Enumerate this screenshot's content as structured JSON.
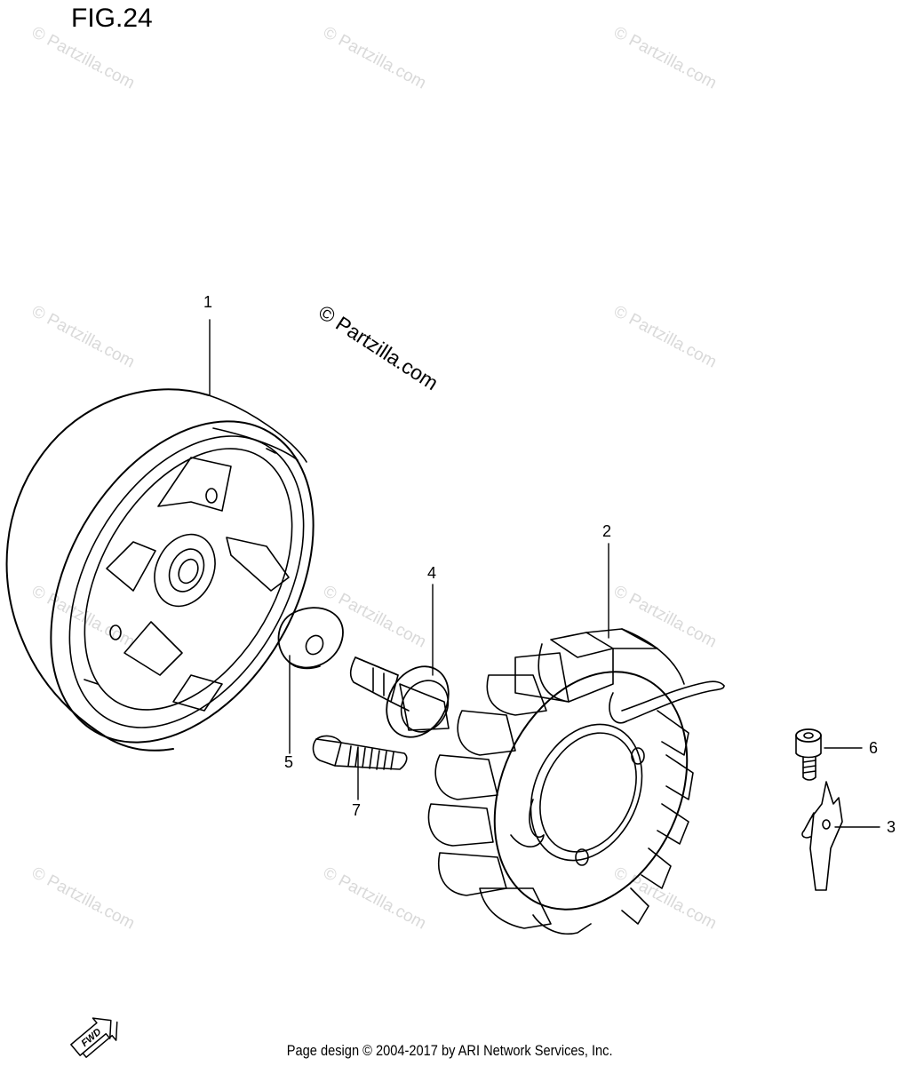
{
  "figure": {
    "title": "FIG.24"
  },
  "watermark": {
    "main": "© Partzilla.com",
    "tile": "© Partzilla.com"
  },
  "callouts": {
    "c1": "1",
    "c2": "2",
    "c3": "3",
    "c4": "4",
    "c5": "5",
    "c6": "6",
    "c7": "7"
  },
  "fwd_label": "FWD",
  "footer": {
    "text": "Page design © 2004-2017 by ARI Network Services, Inc."
  }
}
